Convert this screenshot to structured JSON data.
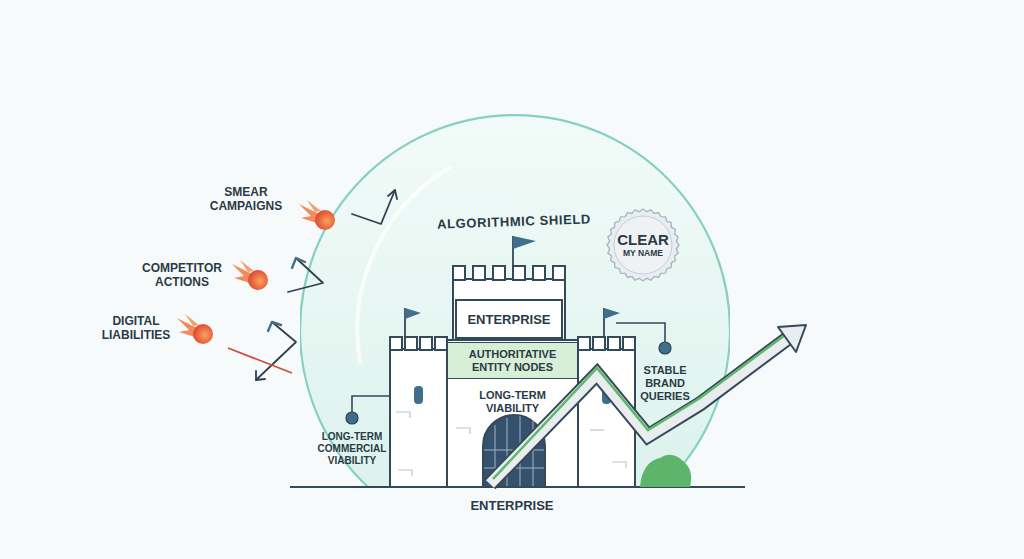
{
  "diagram": {
    "nodes": [
      {
        "text": [
          "ALGORITHMIC SHIELD"
        ]
      },
      {
        "text": [
          "CLEAR",
          "MY NAME"
        ],
        "in": 0
      },
      {
        "text": [
          "ENTERPRISE"
        ],
        "in": 0
      },
      {
        "text": [
          "AUTHORITATIVE ENTITY NODES"
        ],
        "in": 0
      },
      {
        "text": [
          "LONG-TERM VIABILITY"
        ],
        "in": 0
      }
    ],
    "labels": [
      "SMEAR CAMPAIGNS",
      "COMPETITOR ACTIONS",
      "DIGITAL LIABILITIES",
      "LONG-TERM COMMERCIAL VIABILITY",
      "STABLE BRAND QUERIES",
      "ENTERPRISE"
    ]
  }
}
